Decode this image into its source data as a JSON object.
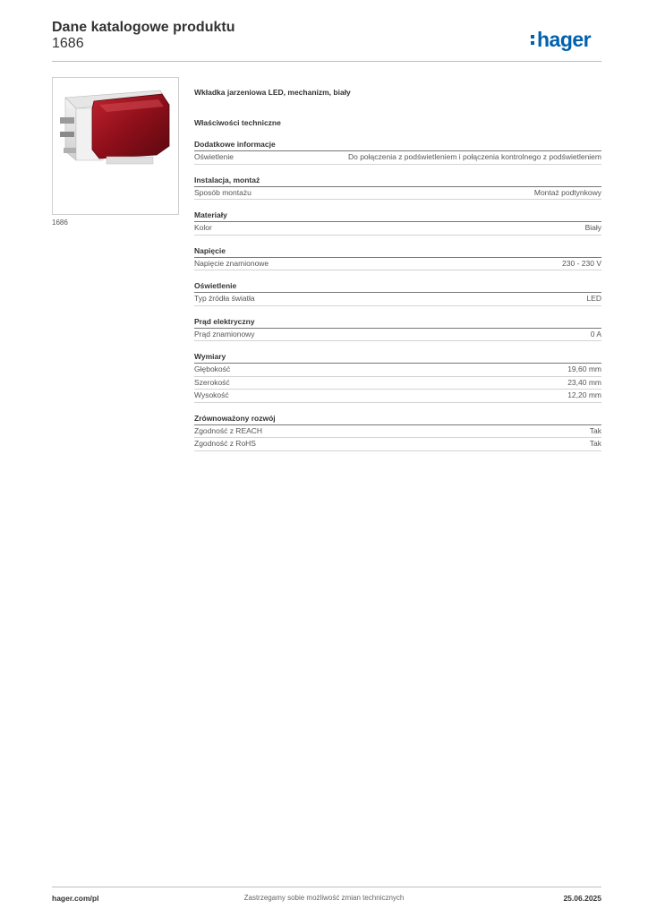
{
  "header": {
    "title": "Dane katalogowe produktu",
    "product_number": "1686",
    "logo_text": "hager",
    "logo_color": "#0061ae"
  },
  "product": {
    "image_caption": "1686",
    "name": "Wkładka jarzeniowa LED, mechanizm, biały",
    "tech_title": "Właściwości techniczne"
  },
  "sections": [
    {
      "title": "Dodatkowe informacje",
      "rows": [
        {
          "label": "Oświetlenie",
          "value": "Do połączenia z podświetleniem i połączenia kontrolnego z podświetleniem"
        }
      ]
    },
    {
      "title": "Instalacja, montaż",
      "rows": [
        {
          "label": "Sposób montażu",
          "value": "Montaż podtynkowy"
        }
      ]
    },
    {
      "title": "Materiały",
      "rows": [
        {
          "label": "Kolor",
          "value": "Biały"
        }
      ]
    },
    {
      "title": "Napięcie",
      "rows": [
        {
          "label": "Napięcie znamionowe",
          "value": "230 - 230 V"
        }
      ]
    },
    {
      "title": "Oświetlenie",
      "rows": [
        {
          "label": "Typ źródła światła",
          "value": "LED"
        }
      ]
    },
    {
      "title": "Prąd elektryczny",
      "rows": [
        {
          "label": "Prąd znamionowy",
          "value": "0 A"
        }
      ]
    },
    {
      "title": "Wymiary",
      "rows": [
        {
          "label": "Głębokość",
          "value": "19,60 mm"
        },
        {
          "label": "Szerokość",
          "value": "23,40 mm"
        },
        {
          "label": "Wysokość",
          "value": "12,20 mm"
        }
      ]
    },
    {
      "title": "Zrównoważony rozwój",
      "rows": [
        {
          "label": "Zgodność z REACH",
          "value": "Tak"
        },
        {
          "label": "Zgodność z RoHS",
          "value": "Tak"
        }
      ]
    }
  ],
  "footer": {
    "website": "hager.com/pl",
    "notice": "Zastrzegamy sobie możliwość zmian technicznych",
    "date": "25.06.2025"
  }
}
